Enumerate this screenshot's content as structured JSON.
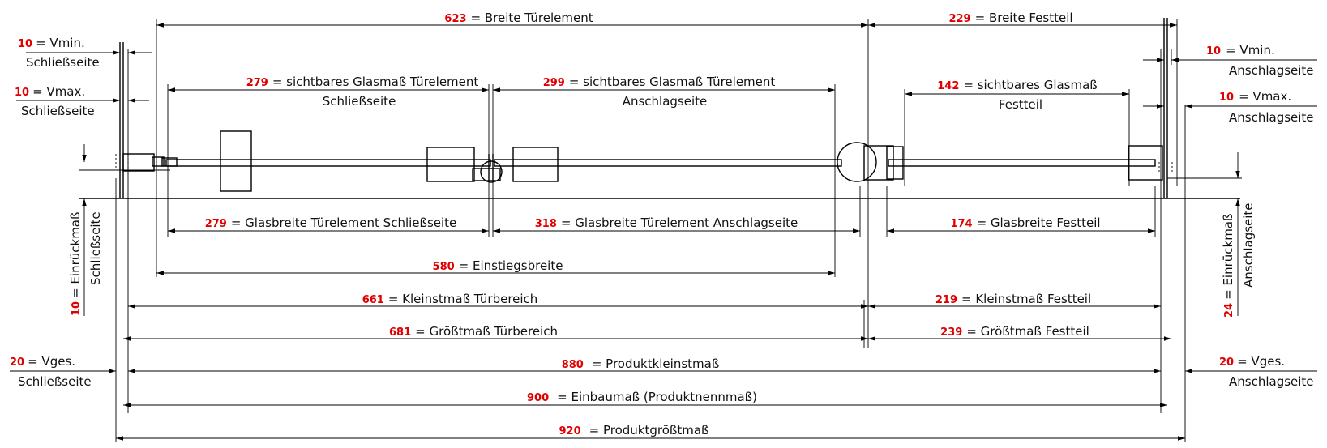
{
  "colors": {
    "number": "#e00000",
    "line": "#000000",
    "background": "#ffffff"
  },
  "dims": {
    "breite_tuerelement": {
      "num": "623",
      "label": "= Breite Türelement"
    },
    "breite_festteil": {
      "num": "229",
      "label": "= Breite Festteil"
    },
    "glas_schliess": {
      "num": "279",
      "label": "= sichtbares Glasmaß Türelement",
      "label2": "Schließseite"
    },
    "glas_anschlag": {
      "num": "299",
      "label": "= sichtbares Glasmaß Türelement",
      "label2": "Anschlagseite"
    },
    "glas_festteil": {
      "num": "142",
      "label": "= sichtbares Glasmaß",
      "label2": "Festteil"
    },
    "glasbreite_schliess": {
      "num": "279",
      "label": "= Glasbreite Türelement Schließseite"
    },
    "glasbreite_anschlag": {
      "num": "318",
      "label": "= Glasbreite Türelement Anschlagseite"
    },
    "glasbreite_festteil": {
      "num": "174",
      "label": "= Glasbreite Festteil"
    },
    "einstiegsbreite": {
      "num": "580",
      "label": "= Einstiegsbreite"
    },
    "kleinstmass_tuer": {
      "num": "661",
      "label": "= Kleinstmaß Türbereich"
    },
    "kleinstmass_fest": {
      "num": "219",
      "label": "= Kleinstmaß Festteil"
    },
    "groesstmass_tuer": {
      "num": "681",
      "label": "= Größtmaß Türbereich"
    },
    "groesstmass_fest": {
      "num": "239",
      "label": "= Größtmaß Festteil"
    },
    "produktkleinstmass": {
      "num": "880",
      "label": "= Produktkleinstmaß"
    },
    "einbaumass": {
      "num": "900",
      "label": "= Einbaumaß (Produktnennmaß)"
    },
    "produktgroesstmass": {
      "num": "920",
      "label": "= Produktgrößtmaß"
    }
  },
  "side": {
    "vmin_schliess": {
      "num": "10",
      "label": "= Vmin.",
      "label2": "Schließseite"
    },
    "vmax_schliess": {
      "num": "10",
      "label": "= Vmax.",
      "label2": "Schließseite"
    },
    "vges_schliess": {
      "num": "20",
      "label": "= Vges.",
      "label2": "Schließseite"
    },
    "vmin_anschlag": {
      "num": "10",
      "label": "= Vmin.",
      "label2": "Anschlagseite"
    },
    "vmax_anschlag": {
      "num": "10",
      "label": "= Vmax.",
      "label2": "Anschlagseite"
    },
    "vges_anschlag": {
      "num": "20",
      "label": "= Vges.",
      "label2": "Anschlagseite"
    },
    "einrueck_schliess": {
      "num": "10",
      "label": "= Einrückmaß",
      "label2": "Schließseite"
    },
    "einrueck_anschlag": {
      "num": "24",
      "label": "= Einrückmaß",
      "label2": "Anschlagseite"
    }
  }
}
